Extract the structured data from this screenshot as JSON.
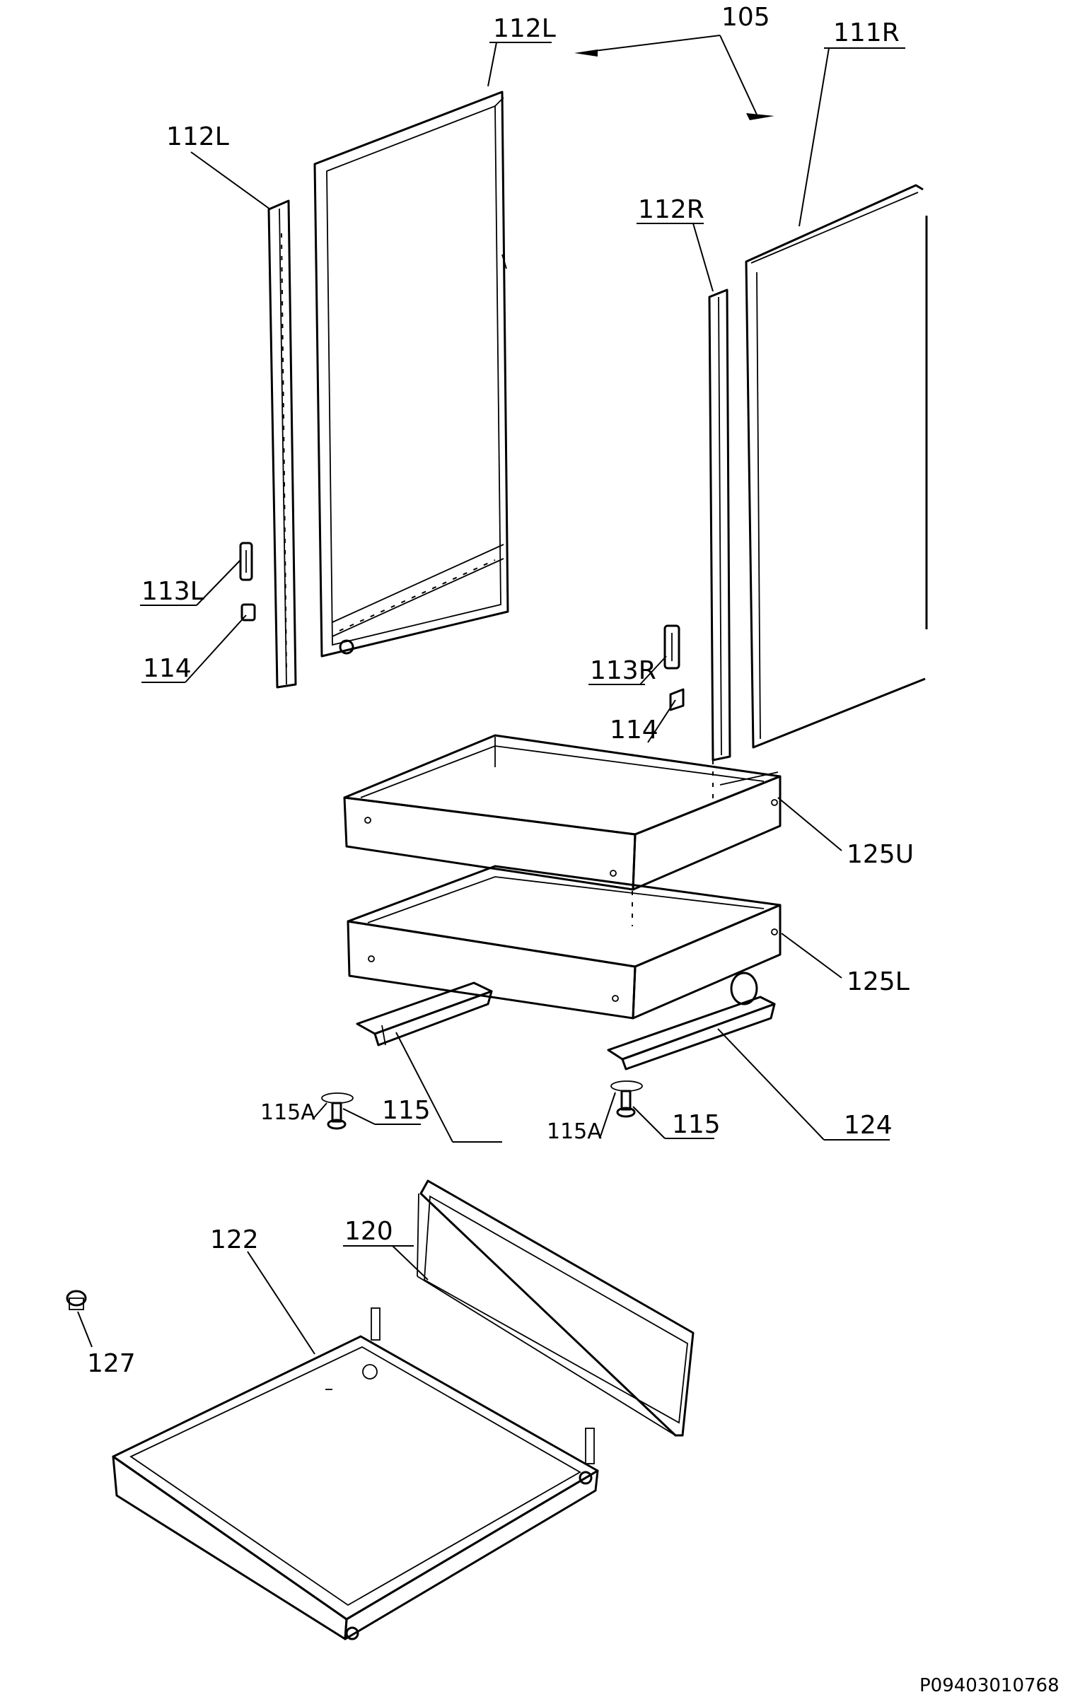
{
  "labels": {
    "l105": "105",
    "l111r": "111R",
    "l112l_top": "112L",
    "l112l_left": "112L",
    "l112r": "112R",
    "l113l": "113L",
    "l113r": "113R",
    "l114_left": "114",
    "l114_right": "114",
    "l125u": "125U",
    "l125l": "125L",
    "l124": "124",
    "l115a_left": "115A",
    "l115_left": "115",
    "l115a_right": "115A",
    "l115_right": "115",
    "l122": "122",
    "l120": "120",
    "l127": "127"
  },
  "document_id": "P09403010768"
}
